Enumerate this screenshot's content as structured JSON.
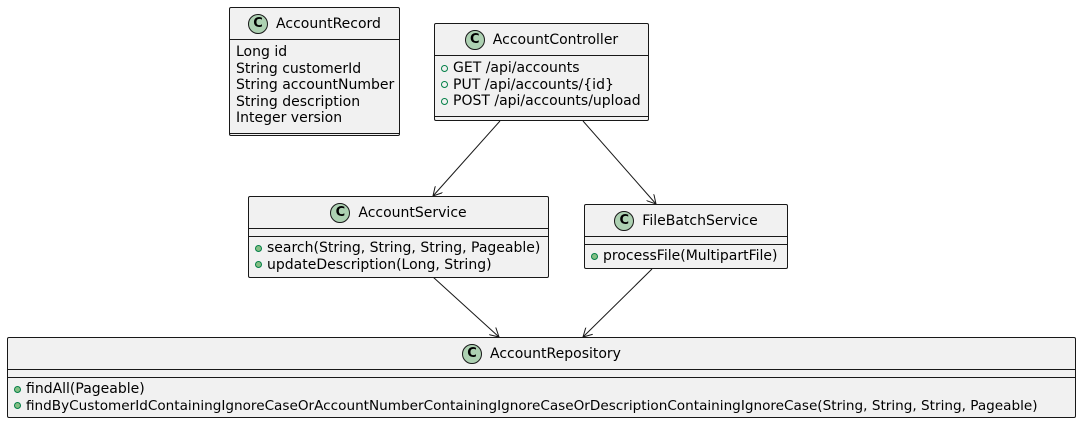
{
  "classes": {
    "account_record": {
      "name": "AccountRecord",
      "icon": "C",
      "fields": [
        "Long id",
        "String customerId",
        "String accountNumber",
        "String description",
        "Integer version"
      ]
    },
    "account_controller": {
      "name": "AccountController",
      "icon": "C",
      "methods": [
        "GET /api/accounts",
        "PUT /api/accounts/{id}",
        "POST /api/accounts/upload"
      ]
    },
    "account_service": {
      "name": "AccountService",
      "icon": "C",
      "methods": [
        "search(String, String, String, Pageable)",
        "updateDescription(Long, String)"
      ]
    },
    "file_batch_service": {
      "name": "FileBatchService",
      "icon": "C",
      "methods": [
        "processFile(MultipartFile)"
      ]
    },
    "account_repository": {
      "name": "AccountRepository",
      "icon": "C",
      "methods": [
        "findAll(Pageable)",
        "findByCustomerIdContainingIgnoreCaseOrAccountNumberContainingIgnoreCaseOrDescriptionContainingIgnoreCase(String, String, String, Pageable)"
      ]
    }
  },
  "relations": [
    {
      "from": "AccountController",
      "to": "AccountService"
    },
    {
      "from": "AccountController",
      "to": "FileBatchService"
    },
    {
      "from": "AccountService",
      "to": "AccountRepository"
    },
    {
      "from": "FileBatchService",
      "to": "AccountRepository"
    }
  ],
  "colors": {
    "class_fill": "#f1f1f1",
    "class_border": "#181818",
    "icon_fill": "#add1b2",
    "visibility_public": "#84be84"
  }
}
